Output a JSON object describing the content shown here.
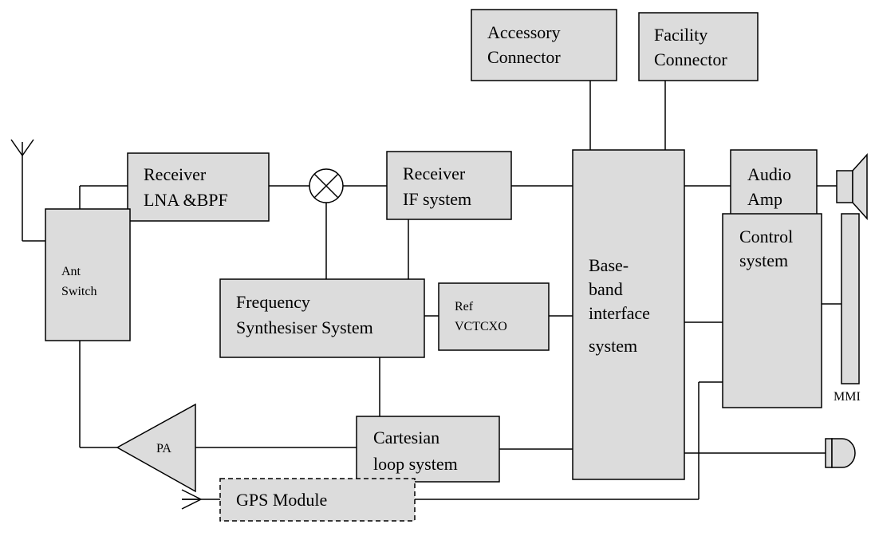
{
  "blocks": {
    "accessory_connector": [
      "Accessory",
      "Connector"
    ],
    "facility_connector": [
      "Facility",
      "Connector"
    ],
    "receiver_lna": [
      "Receiver",
      "LNA &BPF"
    ],
    "receiver_if": [
      "Receiver",
      "IF system"
    ],
    "audio_amp": [
      "Audio",
      "Amp"
    ],
    "ant_switch": [
      "Ant",
      "Switch"
    ],
    "freq_synth": [
      "Frequency",
      "Synthesiser System"
    ],
    "ref_vctcxo": [
      "Ref",
      "VCTCXO"
    ],
    "baseband": [
      "Base-",
      "band",
      "interface",
      "system"
    ],
    "control_system": [
      "Control",
      "system"
    ],
    "pa": "PA",
    "cartesian_loop": [
      "Cartesian",
      "loop system"
    ],
    "gps_module": "GPS Module",
    "mmi": "MMI"
  }
}
